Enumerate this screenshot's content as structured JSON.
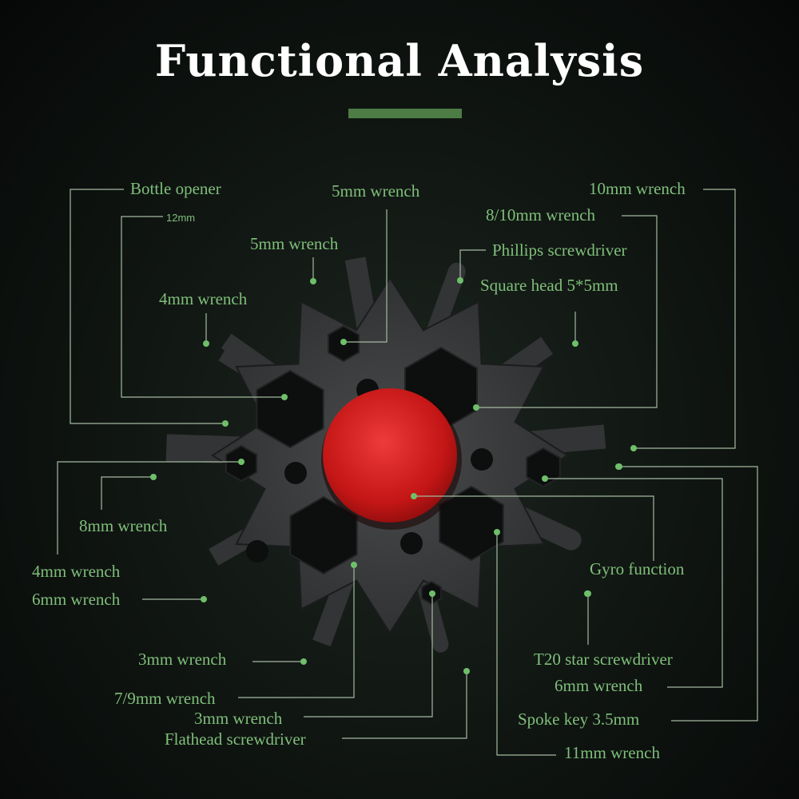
{
  "title": "Functional Analysis",
  "colors": {
    "label_text": "#7fbf7a",
    "accent_bar": "#4d7c45",
    "leader": "#a3b9a1",
    "tool_body": "#3b3c3d",
    "gyro_button": "#d21e1e"
  },
  "labels": {
    "bottle_opener": "Bottle opener",
    "size_12mm": "12mm",
    "wrench_5mm_top": "5mm wrench",
    "wrench_5mm_inner": "5mm wrench",
    "wrench_4mm_upper": "4mm wrench",
    "wrench_10mm": "10mm wrench",
    "wrench_8_10mm": "8/10mm wrench",
    "phillips": "Phillips screwdriver",
    "square_head": "Square head 5*5mm",
    "wrench_8mm": "8mm wrench",
    "wrench_4mm_lower": "4mm wrench",
    "wrench_6mm_left": "6mm wrench",
    "gyro": "Gyro function",
    "wrench_3mm_a": "3mm wrench",
    "wrench_7_9mm": "7/9mm wrench",
    "wrench_3mm_b": "3mm wrench",
    "flathead": "Flathead screwdriver",
    "t20": "T20 star screwdriver",
    "wrench_6mm_right": "6mm wrench",
    "spoke_key": "Spoke key 3.5mm",
    "wrench_11mm": "11mm wrench"
  }
}
